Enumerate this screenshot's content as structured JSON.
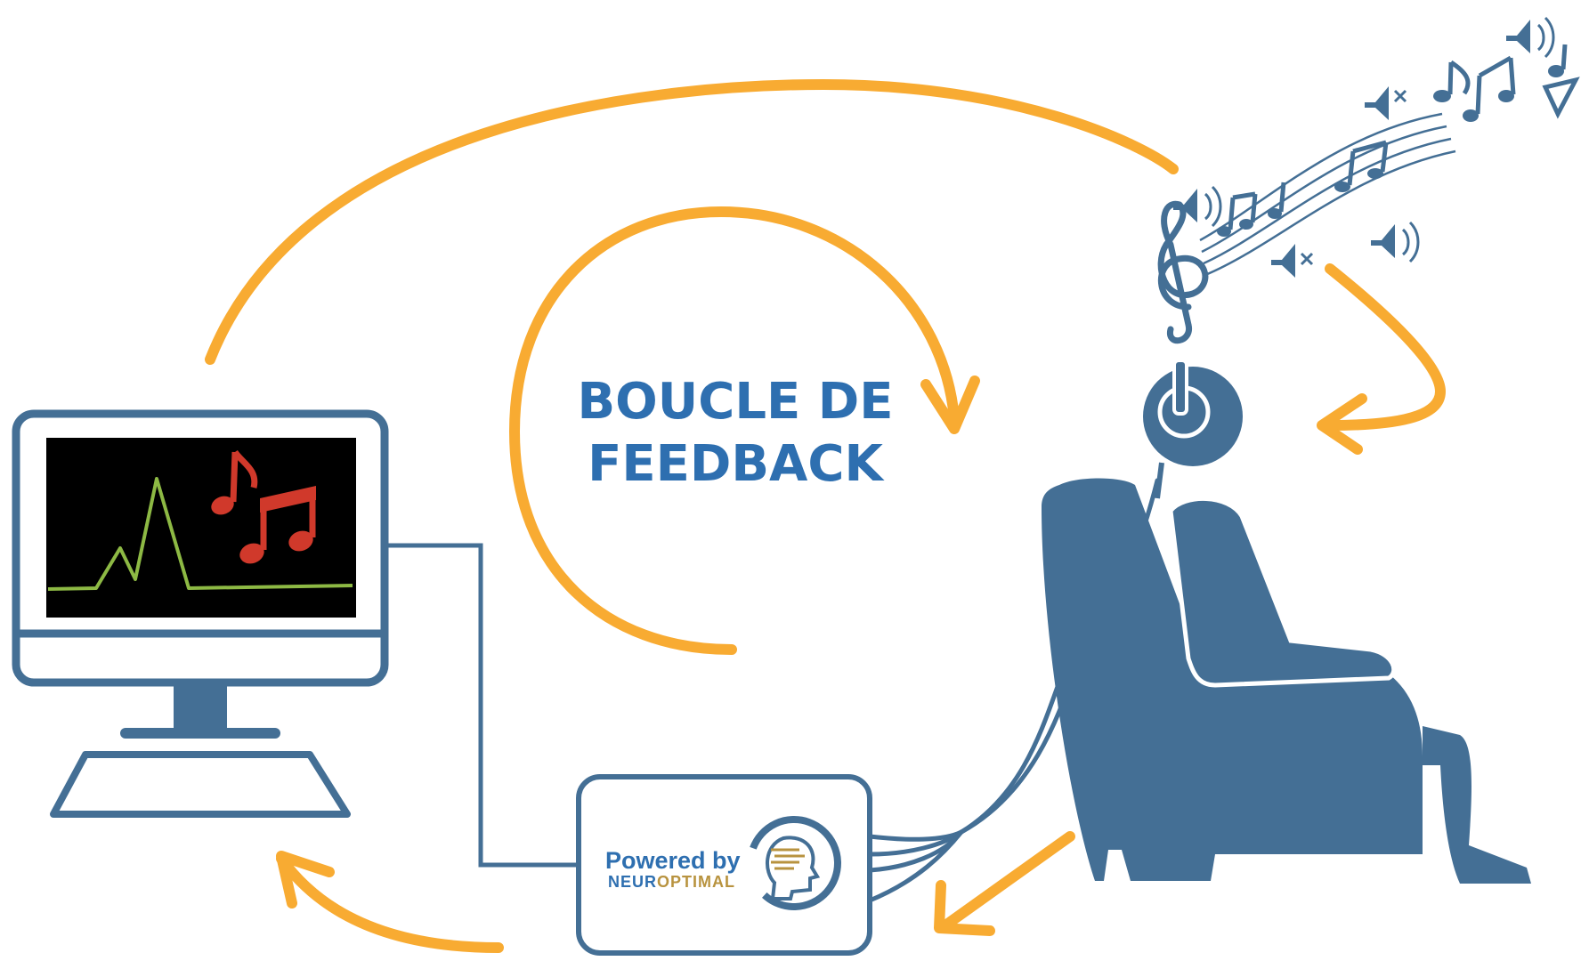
{
  "title": {
    "line1": "BOUCLE DE",
    "line2": "FEEDBACK"
  },
  "device": {
    "line1": "Powered by",
    "brand_part1": "NEUR",
    "brand_part2": "OPTIMAL"
  },
  "colors": {
    "arrow": "#f8ab32",
    "primary": "#446f95",
    "title": "#2e6fb0",
    "screen": "#000000",
    "signal": "#8db944",
    "notes_red": "#d0392b",
    "brand_gold": "#b8933f"
  },
  "icons": [
    "computer-monitor-icon",
    "keyboard-icon",
    "eeg-signal-icon",
    "music-notes-icon",
    "neurofeedback-device-icon",
    "person-in-armchair-icon",
    "headphones-icon",
    "treble-clef-icon",
    "speaker-icon",
    "mute-speaker-icon"
  ]
}
